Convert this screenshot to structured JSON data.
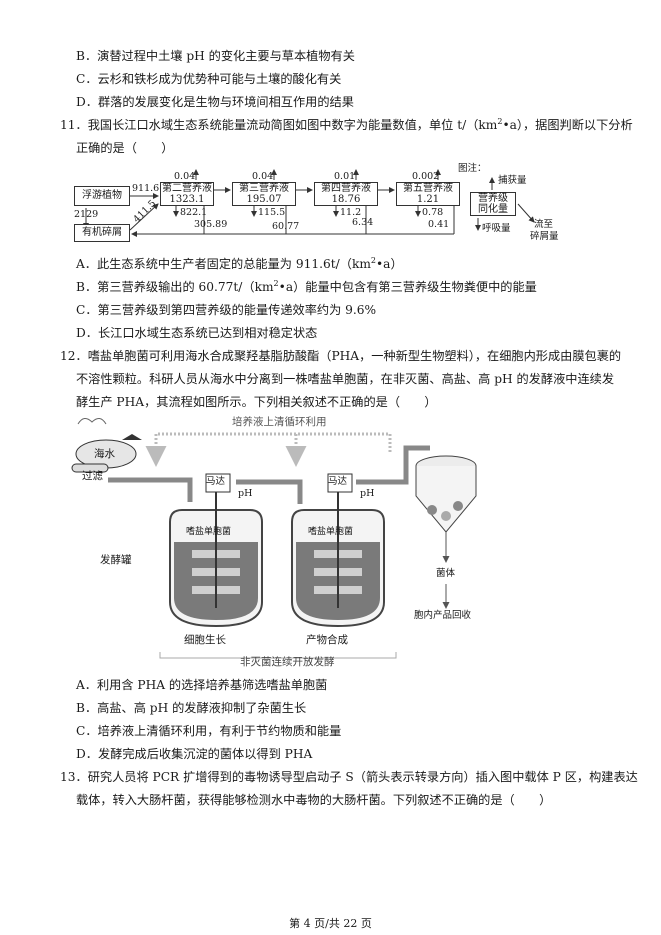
{
  "q10_tail": {
    "options": [
      "B．演替过程中土壤 pH 的变化主要与草本植物有关",
      "C．云杉和铁杉成为优势种可能与土壤的酸化有关",
      "D．群落的发展变化是生物与环境间相互作用的结果"
    ]
  },
  "q11": {
    "number": "11．",
    "stem_line1_a": "我国长江口水域生态系统能量流动简图如图中数字为能量数值，单位 t/（km",
    "stem_line1_sup": "2",
    "stem_line1_b": "•a），据图判断以下分析",
    "stem_line2": "正确的是（　　）",
    "diagram": {
      "boxes": {
        "plankton": "浮游植物",
        "second": "第二营养液",
        "third": "第三营养液",
        "fourth": "第四营养液",
        "fifth": "第五营养液",
        "detritus": "有机碎屑"
      },
      "assim": [
        "1323.1",
        "195.07",
        "18.76",
        "1.21"
      ],
      "catch": [
        "0.04",
        "0.04",
        "0.01",
        "0.002"
      ],
      "resp": [
        "822.1",
        "115.5",
        "11.2",
        "0.78"
      ],
      "to_detritus": [
        "305.89",
        "60.77",
        "6.34",
        "0.41"
      ],
      "plankton_to_second": "911.6",
      "detritus_to_second": "411.5",
      "plankton_to_detritus": "2129",
      "legend": {
        "title": "图注：",
        "catch": "捕获量",
        "box_line1": "营养级",
        "box_line2": "同化量",
        "resp": "呼吸量",
        "flow_line1": "流至",
        "flow_line2": "碎屑量"
      }
    },
    "options": {
      "a_pre": "A．此生态系统中生产者固定的总能量为 911.6t/（km",
      "a_sup": "2",
      "a_post": "•a）",
      "b_pre": "B．第三营养级输出的 60.77t/（km",
      "b_sup": "2",
      "b_post": "•a）能量中包含有第三营养级生物粪便中的能量",
      "c": "C．第三营养级到第四营养级的能量传递效率约为 9.6%",
      "d": "D．长江口水域生态系统已达到相对稳定状态"
    }
  },
  "q12": {
    "number": "12．",
    "stem_line1": "嗜盐单胞菌可利用海水合成聚羟基脂肪酸酯（PHA，一种新型生物塑料），在细胞内形成由膜包裹的",
    "stem_line2": "不溶性颗粒。科研人员从海水中分离到一株嗜盐单胞菌，在非灭菌、高盐、高 pH 的发酵液中连续发",
    "stem_line3": "酵生产 PHA，其流程如图所示。下列相关叙述不正确的是（　　）",
    "diagram": {
      "recycle": "培养液上清循环利用",
      "seawater": "海水",
      "filter": "过滤",
      "motor": "马达",
      "ph": "pH",
      "bacteria": "嗜盐单胞菌",
      "tank": "发酵罐",
      "growth": "细胞生长",
      "synthesis": "产物合成",
      "cells": "菌体",
      "recovery": "胞内产品回收",
      "caption": "非灭菌连续开放发酵"
    },
    "options": [
      "A．利用含 PHA 的选择培养基筛选嗜盐单胞菌",
      "B．高盐、高 pH 的发酵液抑制了杂菌生长",
      "C．培养液上清循环利用，有利于节约物质和能量",
      "D．发酵完成后收集沉淀的菌体以得到 PHA"
    ]
  },
  "q13": {
    "number": "13．",
    "stem_line1": "研究人员将 PCR 扩增得到的毒物诱导型启动子 S（箭头表示转录方向）插入图中载体 P 区，构建表达",
    "stem_line2": "载体，转入大肠杆菌，获得能够检测水中毒物的大肠杆菌。下列叙述不正确的是（　　）"
  },
  "footer": "第 4 页/共 22 页"
}
